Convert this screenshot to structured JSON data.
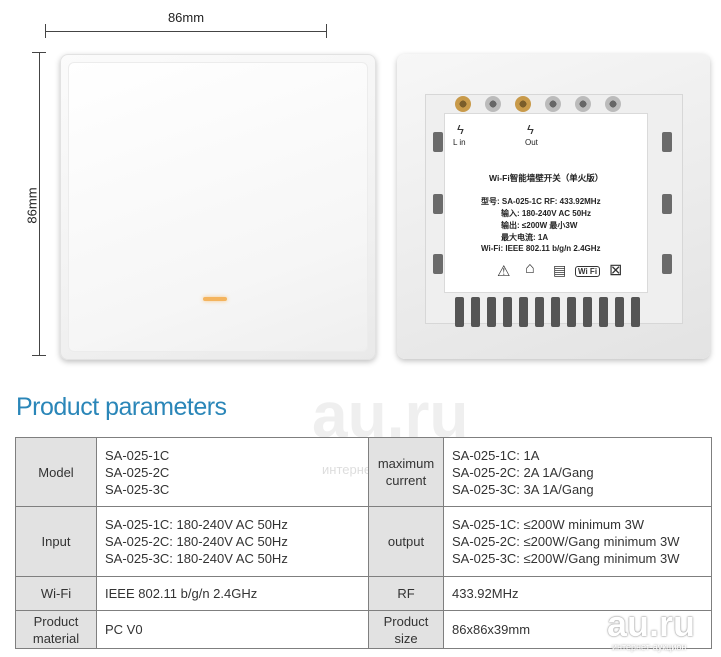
{
  "dimensions": {
    "width_label": "86mm",
    "height_label": "86mm"
  },
  "back_label": {
    "l_in": "L in",
    "out": "Out",
    "title": "Wi-Fi智能墙壁开关（单火版）",
    "line1": "型号: SA-025-1C   RF: 433.92MHz",
    "line2": "输入: 180-240V AC 50Hz",
    "line3": "输出: ≤200W    最小3W",
    "line4": "最大电流: 1A",
    "line5": "Wi-Fi: IEEE 802.11 b/g/n 2.4GHz",
    "wifi_badge": "Wi Fi"
  },
  "heading": "Product parameters",
  "watermark": {
    "mid": "au.ru",
    "mid_sub": "интернет",
    "corner": "au.ru",
    "corner_sub": "интернет-аукцион"
  },
  "table": {
    "rows": [
      {
        "label_left": "Model",
        "values_left": [
          "SA-025-1C",
          "SA-025-2C",
          "SA-025-3C"
        ],
        "label_right": "maximum current",
        "values_right": [
          "SA-025-1C: 1A",
          "SA-025-2C: 2A  1A/Gang",
          "SA-025-3C: 3A  1A/Gang"
        ]
      },
      {
        "label_left": "Input",
        "values_left": [
          "SA-025-1C: 180-240V AC 50Hz",
          "SA-025-2C: 180-240V AC 50Hz",
          "SA-025-3C: 180-240V AC 50Hz"
        ],
        "label_right": "output",
        "values_right": [
          "SA-025-1C: ≤200W minimum 3W",
          "SA-025-2C: ≤200W/Gang minimum 3W",
          "SA-025-3C: ≤200W/Gang minimum 3W"
        ]
      },
      {
        "label_left": "Wi-Fi",
        "values_left": [
          "IEEE 802.11 b/g/n 2.4GHz"
        ],
        "label_right": "RF",
        "values_right": [
          "433.92MHz"
        ]
      },
      {
        "label_left": "Product material",
        "values_left": [
          "PC V0"
        ],
        "label_right": "Product size",
        "values_right": [
          "86x86x39mm"
        ]
      }
    ]
  }
}
